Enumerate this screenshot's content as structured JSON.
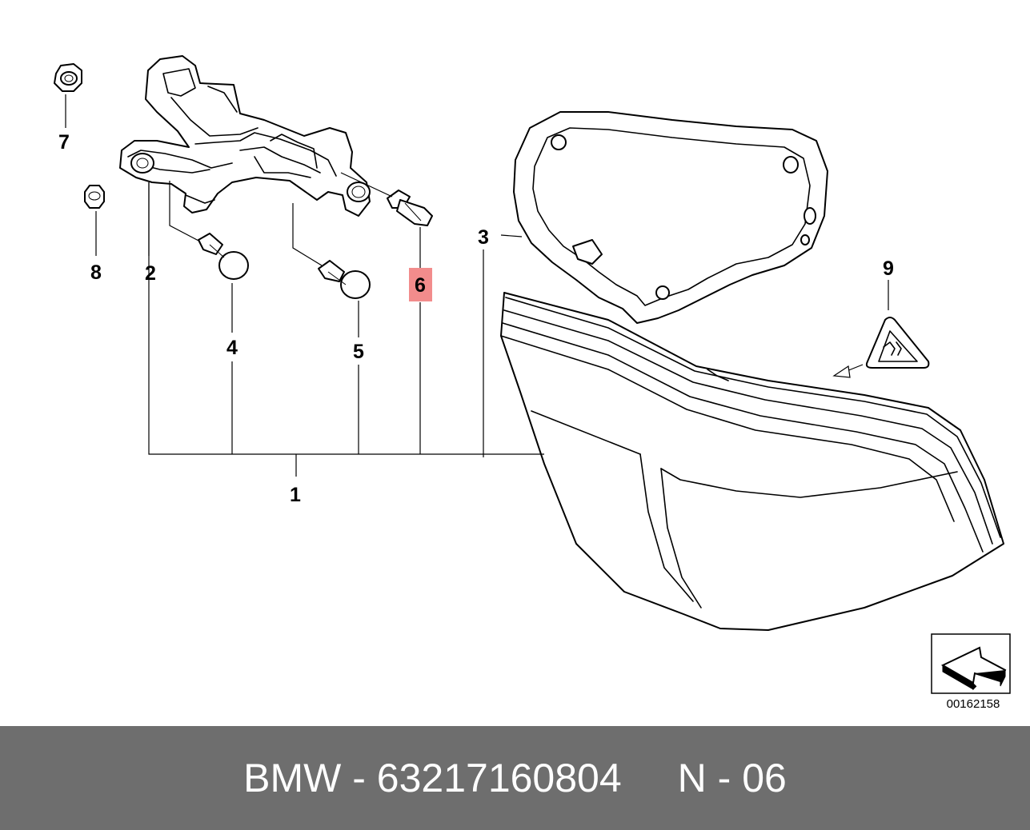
{
  "callouts": [
    {
      "id": "c1",
      "label": "1"
    },
    {
      "id": "c2",
      "label": "2"
    },
    {
      "id": "c3",
      "label": "3"
    },
    {
      "id": "c4",
      "label": "4"
    },
    {
      "id": "c5",
      "label": "5"
    },
    {
      "id": "c6",
      "label": "6",
      "highlighted": true
    },
    {
      "id": "c7",
      "label": "7"
    },
    {
      "id": "c8",
      "label": "8"
    },
    {
      "id": "c9",
      "label": "9"
    }
  ],
  "diagram_code": "00162158",
  "footer": {
    "part_text": "BMW - 63217160804",
    "position_text": "N - 06"
  },
  "colors": {
    "highlight": "#f28c8c",
    "footer_bg": "#6e6e6e",
    "footer_text": "#ffffff"
  }
}
